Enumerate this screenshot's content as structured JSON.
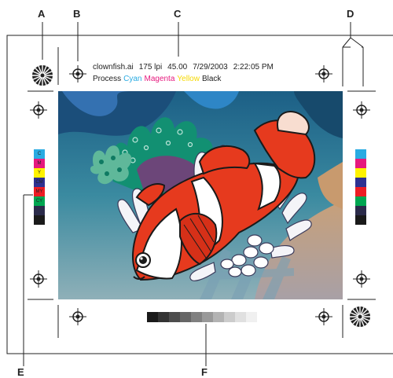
{
  "callouts": {
    "a": "A",
    "b": "B",
    "c": "C",
    "d": "D",
    "e": "E",
    "f": "F"
  },
  "slug": {
    "filename": "clownfish.ai",
    "lpi": "175 lpi",
    "angle": "45.00",
    "date": "7/29/2003",
    "time": "2:22:05 PM",
    "process": "Process",
    "cyan": "Cyan",
    "magenta": "Magenta",
    "yellow": "Yellow",
    "black": "Black"
  },
  "left_color_bar": [
    {
      "label": "C",
      "color": "#29abe2"
    },
    {
      "label": "M",
      "color": "#e6197e"
    },
    {
      "label": "Y",
      "color": "#fff200"
    },
    {
      "label": "CM",
      "color": "#2e3192"
    },
    {
      "label": "MY",
      "color": "#ed1c24"
    },
    {
      "label": "CY",
      "color": "#00a651"
    },
    {
      "label": "",
      "color": "#2b2b4a"
    },
    {
      "label": "",
      "color": "#1a1a1a"
    }
  ],
  "right_color_bar": [
    "#29abe2",
    "#e6197e",
    "#fff200",
    "#2e3192",
    "#ed1c24",
    "#00a651",
    "#2b2b4a",
    "#1a1a1a"
  ],
  "tint_bar": [
    "#1a1a1a",
    "#333333",
    "#4d4d4d",
    "#666666",
    "#808080",
    "#999999",
    "#b3b3b3",
    "#cccccc",
    "#e0e0e0",
    "#f0f0f0"
  ],
  "icons": {
    "reg_mark": "registration-mark-icon",
    "star_target": "star-target-icon"
  }
}
